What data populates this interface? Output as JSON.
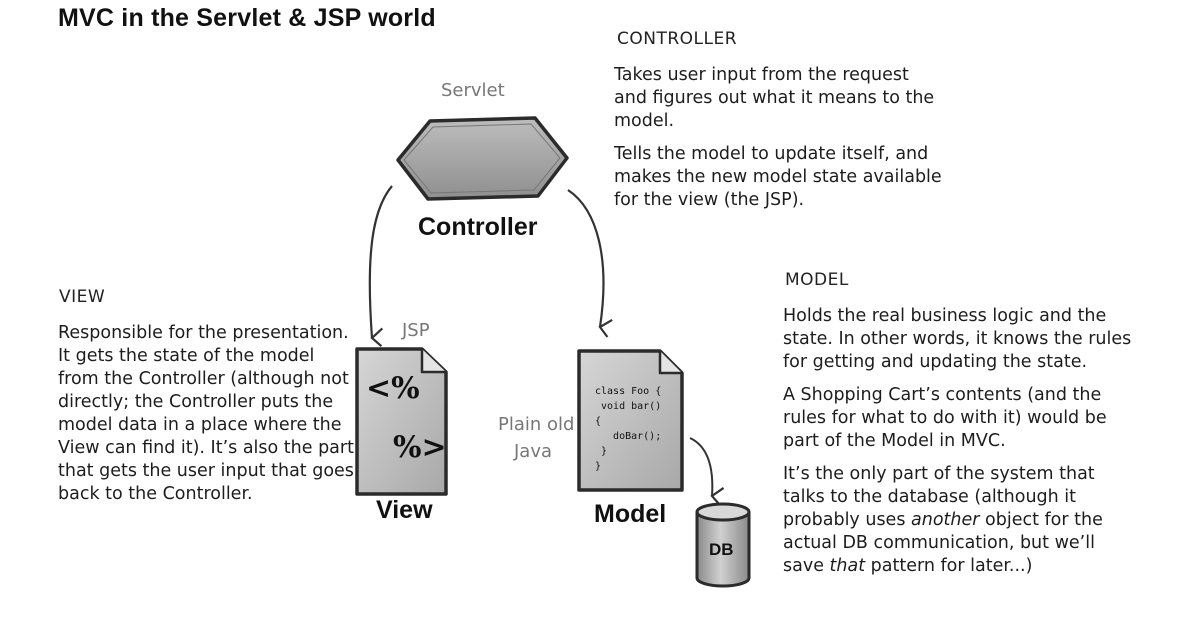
{
  "title": "MVC in the Servlet & JSP world",
  "controller": {
    "heading": "CONTROLLER",
    "paragraphs": [
      "Takes user input from the request and figures out what it means to the model.",
      "Tells the model to update itself, and makes the new model state available for the view (the JSP)."
    ],
    "tech_label": "Servlet",
    "name": "Controller"
  },
  "view": {
    "heading": "VIEW",
    "paragraph": "Responsible for the presentation. It gets the state of the model from the Controller (although not directly; the Controller puts the model data in a place where the View can find it).  It’s also the part that gets the user input that goes back to the Controller.",
    "tech_label": "JSP",
    "name": "View",
    "page_top": "<%",
    "page_bottom": "%>"
  },
  "model": {
    "heading": "MODEL",
    "paragraphs": [
      "Holds the real business logic and the state. In other words, it knows the rules for getting and updating the state.",
      "A Shopping Cart’s contents (and the rules for what to do with it) would be part of the Model in MVC."
    ],
    "p3": {
      "a": "It’s the only part of the system that talks to the database (although it probably uses ",
      "em1": "another",
      "b": " object for the actual DB communication, but we’ll save ",
      "em2": "that",
      "c": " pattern for later...)"
    },
    "tech_label_line1": "Plain old",
    "tech_label_line2": "Java",
    "name": "Model",
    "code": "class Foo {\n void bar()\n{\n   doBar();\n }\n}"
  },
  "db_label": "DB",
  "colors": {
    "shape_fill": "#a9a9a9",
    "shape_stroke": "#333333",
    "page_fill": "#c4c4c4"
  }
}
